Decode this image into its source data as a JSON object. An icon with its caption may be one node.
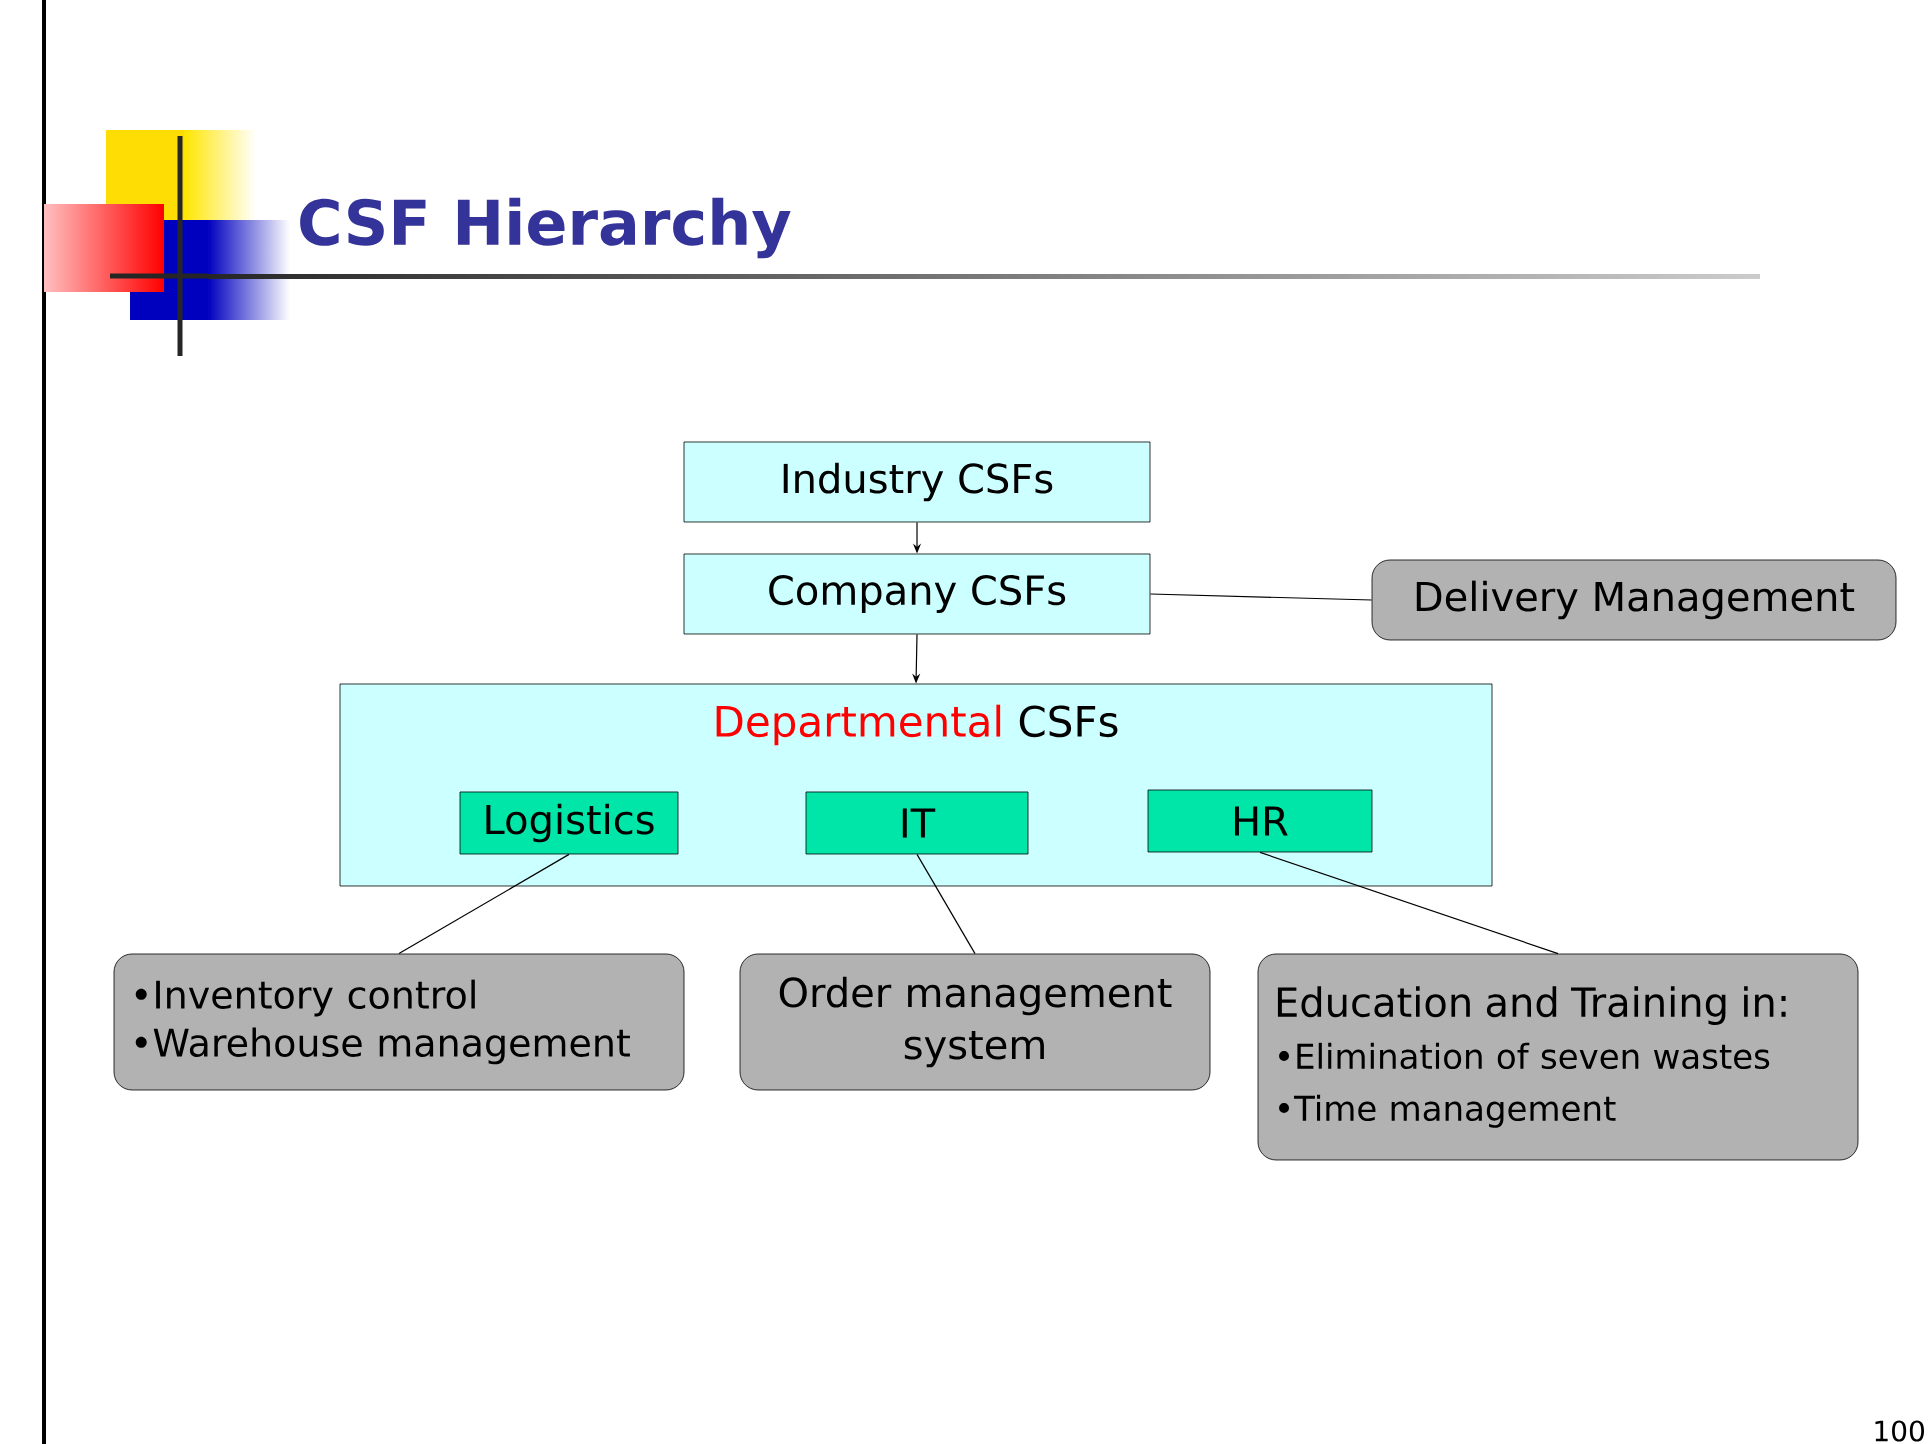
{
  "diagram": {
    "title": "CSF Hierarchy",
    "nodes": [
      {
        "text": [
          "Industry CSFs"
        ]
      },
      {
        "text": [
          "Company CSFs"
        ]
      },
      {
        "text": [
          "Delivery Management"
        ]
      },
      {
        "text": [
          "Departmental",
          "CSFs"
        ]
      },
      {
        "text": [
          "Logistics"
        ],
        "in": 3
      },
      {
        "text": [
          "IT"
        ],
        "in": 3
      },
      {
        "text": [
          "HR"
        ],
        "in": 3
      },
      {
        "text": [
          "•Inventory control",
          "•Warehouse management"
        ]
      },
      {
        "text": [
          "Order management system"
        ]
      },
      {
        "text": [
          "Education and Training in:",
          "•Elimination of seven wastes",
          "•Time management"
        ]
      }
    ],
    "edges": [
      {
        "from": 0,
        "to": 1,
        "arrow": "to"
      },
      {
        "from": 1,
        "to": 3,
        "arrow": "to"
      },
      {
        "from": 1,
        "to": 2,
        "arrow": "none"
      },
      {
        "from": 4,
        "to": 7,
        "arrow": "none"
      },
      {
        "from": 5,
        "to": 8,
        "arrow": "none"
      },
      {
        "from": 6,
        "to": 9,
        "arrow": "none"
      }
    ],
    "labels": [
      "100"
    ]
  }
}
